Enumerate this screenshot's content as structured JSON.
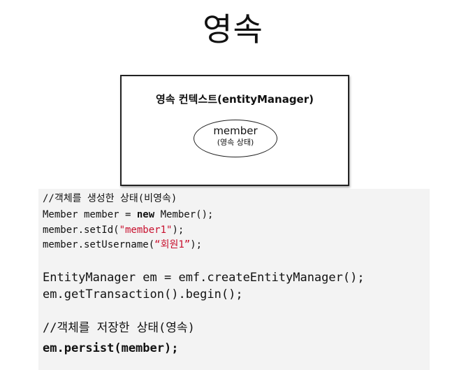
{
  "title": "영속",
  "diagram": {
    "context_label": "영속 컨텍스트(entityManager)",
    "entity_name": "member",
    "entity_state": "(영속 상태)"
  },
  "code": {
    "line1_comment": "//객체를 생성한 상태(비영속)",
    "line2_prefix": "Member member = ",
    "line2_keyword": "new",
    "line2_suffix": " Member();",
    "line3_prefix": "member.setId(",
    "line3_string": "\"member1\"",
    "line3_suffix": ");",
    "line4_prefix": "member.setUsername(",
    "line4_string": "“회원1”",
    "line4_suffix": ");",
    "line5": "EntityManager em = emf.createEntityManager();",
    "line6": "em.getTransaction().begin();",
    "line7_comment": "//객체를 저장한 상태(영속)",
    "line8": "em.persist(member);"
  },
  "colors": {
    "string_literal": "#c8102e",
    "code_background": "#f3f3f3"
  }
}
